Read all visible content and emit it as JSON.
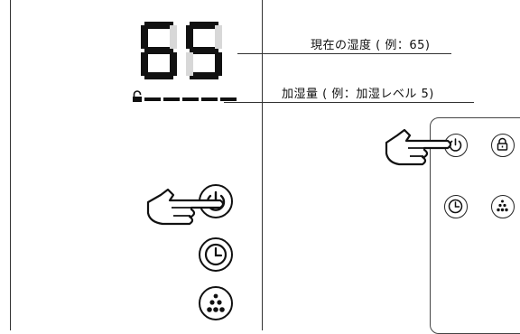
{
  "display": {
    "humidity_value": "65",
    "humidity_callout": "現在の湿度 ( 例：65)",
    "level_callout": "加湿量 ( 例：加湿レベル 5)",
    "level_segments_on": 5,
    "level_segments_total": 5
  },
  "panel_buttons": [
    {
      "name": "power",
      "icon": "power-icon"
    },
    {
      "name": "timer",
      "icon": "clock-icon"
    },
    {
      "name": "humidity-level",
      "icon": "droplets-icon"
    }
  ],
  "remote_buttons": [
    {
      "name": "power",
      "icon": "power-icon"
    },
    {
      "name": "child-lock",
      "icon": "lock-icon"
    },
    {
      "name": "timer",
      "icon": "clock-icon"
    },
    {
      "name": "humidity-level",
      "icon": "droplets-icon"
    }
  ],
  "pointers": [
    "hand-pointer-panel",
    "hand-pointer-remote"
  ]
}
